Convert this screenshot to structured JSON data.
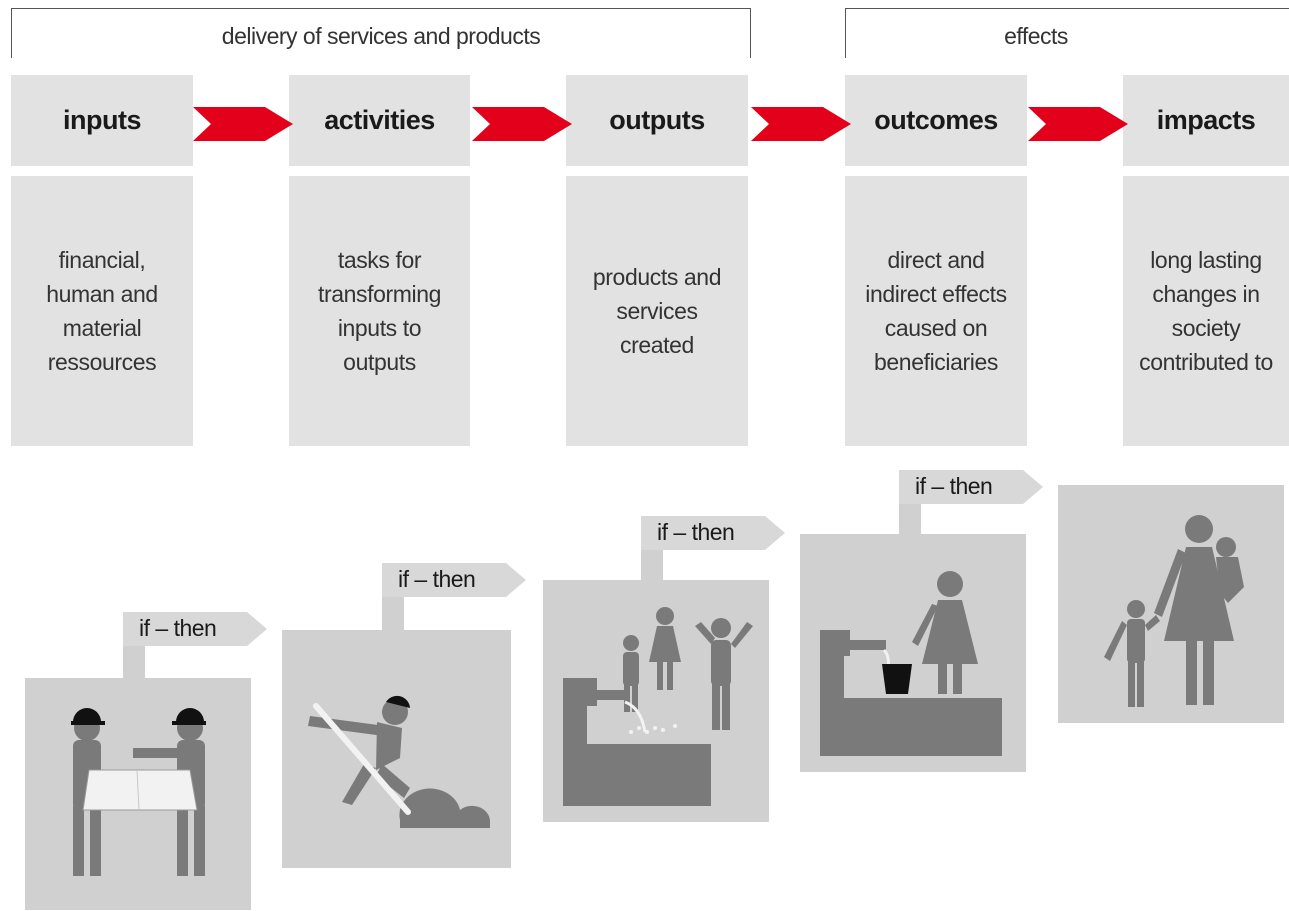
{
  "brackets": {
    "delivery": "delivery of services and products",
    "effects": "effects"
  },
  "stages": [
    {
      "title": "inputs",
      "description": "financial,\nhuman and\nmaterial\nressources"
    },
    {
      "title": "activities",
      "description": "tasks for\ntransforming\ninputs to\noutputs"
    },
    {
      "title": "outputs",
      "description": "products and\nservices\ncreated"
    },
    {
      "title": "outcomes",
      "description": "direct and\nindirect effects\ncaused on\nbeneficiaries"
    },
    {
      "title": "impacts",
      "description": "long lasting\nchanges in\nsociety\ncontributed to"
    }
  ],
  "connector_label": "if – then",
  "colors": {
    "accent_arrow": "#e2001a",
    "panel": "#e2e2e2",
    "card": "#d0d0d0",
    "pictogram": "#7a7a7a"
  },
  "icons": [
    "workers-reading-plan-icon",
    "worker-digging-icon",
    "people-at-water-tap-icon",
    "woman-fetching-water-icon",
    "family-icon"
  ]
}
